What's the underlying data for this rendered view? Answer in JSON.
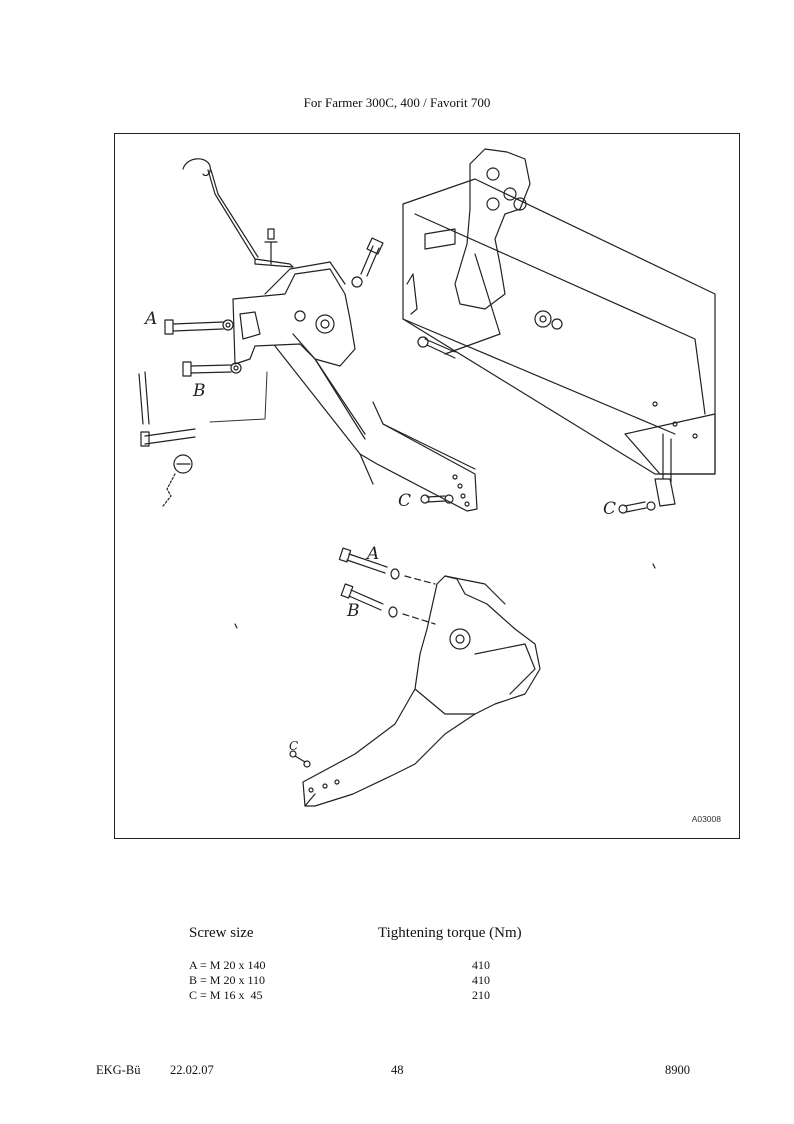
{
  "header": {
    "title": "For Farmer 300C, 400 / Favorit 700"
  },
  "figure": {
    "id": "A03008",
    "callouts": {
      "a_top": "A",
      "b_top": "B",
      "c_left": "C",
      "c_right": "C",
      "a_bottom": "A",
      "b_bottom": "B",
      "c_bottom": "C"
    }
  },
  "table": {
    "headers": {
      "screw_size": "Screw size",
      "torque": "Tightening torque (Nm)"
    },
    "rows": [
      {
        "spec": "A = M 20 x 140",
        "torque": "410"
      },
      {
        "spec": "B = M 20 x 110",
        "torque": "410"
      },
      {
        "spec": "C = M 16 x  45",
        "torque": "210"
      }
    ]
  },
  "footer": {
    "author": "EKG-Bü",
    "date": "22.02.07",
    "page": "48",
    "code": "8900"
  }
}
